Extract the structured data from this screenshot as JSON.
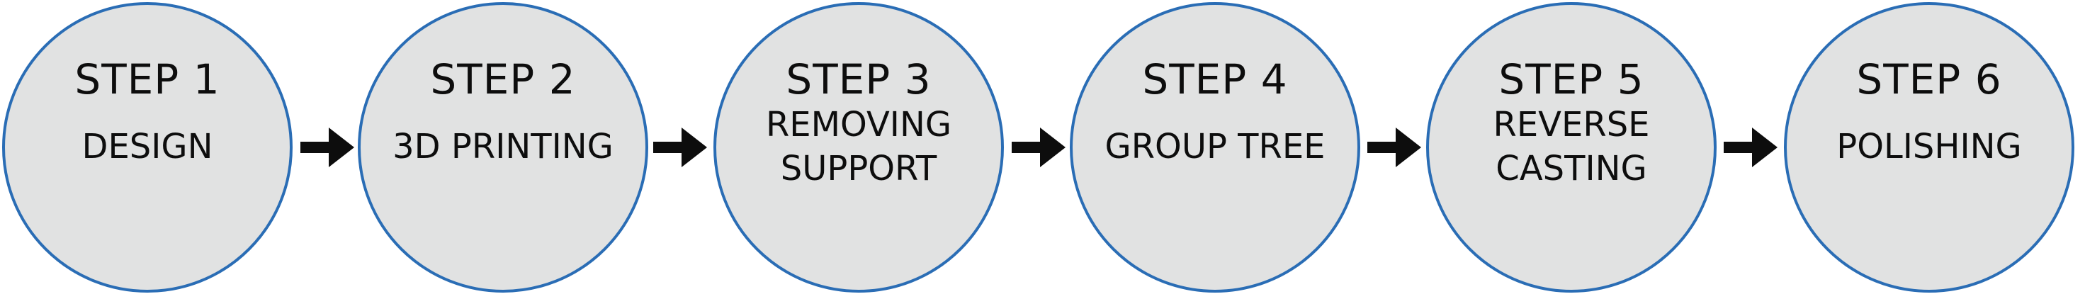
{
  "flow": {
    "colors": {
      "circle_fill": "#e1e2e2",
      "circle_border": "#2a6db5",
      "text": "#0d0d0d",
      "arrow": "#0d0d0d"
    },
    "arrow_icon": "right-arrow-icon",
    "steps": [
      {
        "title": "STEP 1",
        "label": "DESIGN"
      },
      {
        "title": "STEP 2",
        "label": "3D PRINTING"
      },
      {
        "title": "STEP 3",
        "label": "REMOVING\nSUPPORT"
      },
      {
        "title": "STEP 4",
        "label": "GROUP TREE"
      },
      {
        "title": "STEP 5",
        "label": "REVERSE\nCASTING"
      },
      {
        "title": "STEP 6",
        "label": "POLISHING"
      }
    ]
  }
}
